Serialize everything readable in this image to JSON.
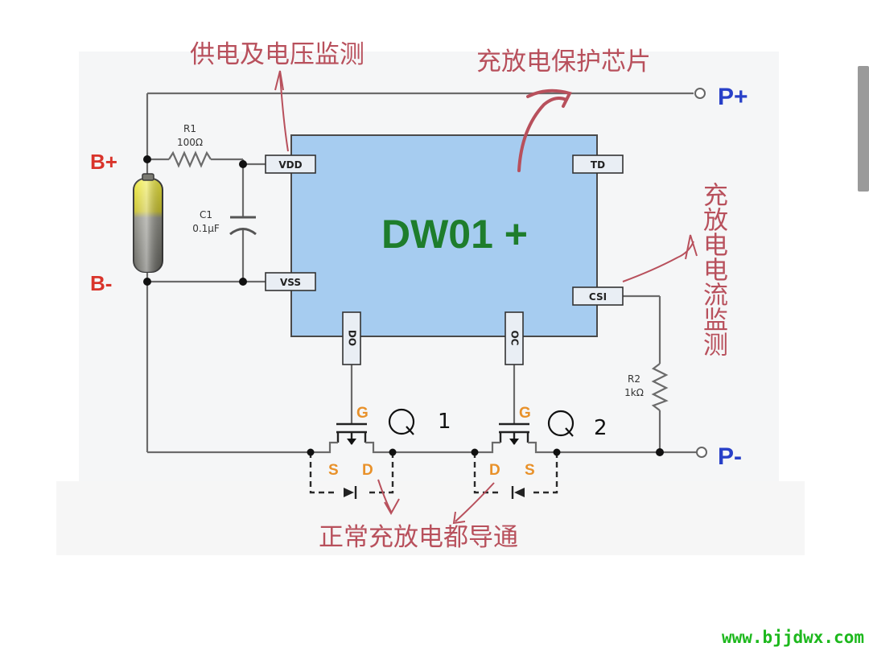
{
  "chip": {
    "name": "DW01 +",
    "pins": {
      "vdd": "VDD",
      "vss": "VSS",
      "td": "TD",
      "csi": "CSI",
      "do": "DO",
      "oc": "OC"
    }
  },
  "terminals": {
    "b_plus": "B+",
    "b_minus": "B-",
    "p_plus": "P+",
    "p_minus": "P-"
  },
  "components": {
    "r1_name": "R1",
    "r1_value": "100Ω",
    "c1_name": "C1",
    "c1_value": "0.1μF",
    "r2_name": "R2",
    "r2_value": "1kΩ"
  },
  "mosfet_pins": {
    "gate": "G",
    "source": "S",
    "drain": "D"
  },
  "annotations": {
    "supply_monitor": "供电及电压监测",
    "protection_chip": "充放电保护芯片",
    "current_monitor": "充放电电流监测",
    "conduct_note": "正常充放电都导通",
    "q1": "Q 1",
    "q2": "Q 2"
  },
  "watermark": "www.bjjdwx.com",
  "colors": {
    "chip_fill": "#a6ccf0",
    "chip_label": "#1e7d2c",
    "battery_terminal": "#d9342b",
    "pack_terminal": "#2840c8",
    "annotation": "#b8505c",
    "watermark": "#1db81d"
  }
}
